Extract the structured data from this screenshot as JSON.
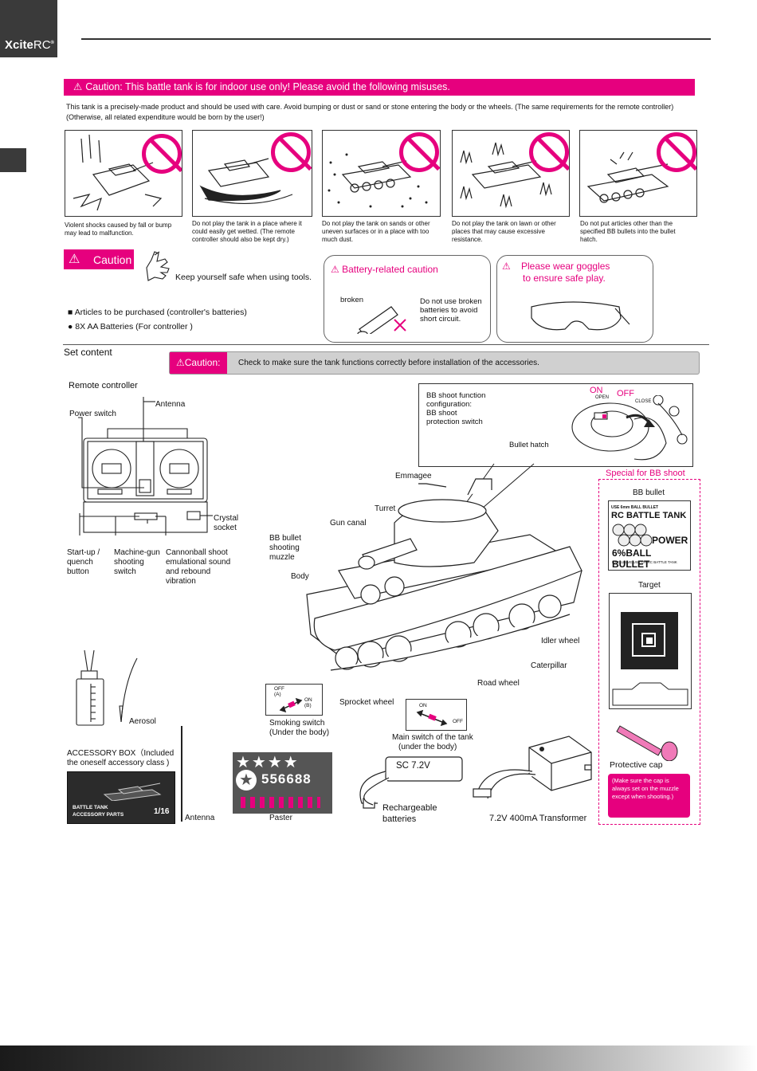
{
  "brand": {
    "name": "Xcite",
    "suffix": "RC",
    "mark": "®"
  },
  "caution_banner": "Caution: This battle tank is for indoor use only! Please avoid the following misuses.",
  "intro": "This tank is a precisely-made product and should be used with care. Avoid bumping or dust or sand or stone entering the body or the wheels. (The same requirements for the remote controller) (Otherwise, all related expenditure would be born by the user!)",
  "misuses": [
    {
      "caption": "Violent shocks caused by fall or bump may lead to malfunction."
    },
    {
      "caption": "Do not play the tank in a place where it could easily get wetted. (The remote controller should also be kept dry.)"
    },
    {
      "caption": "Do not play the tank on sands or other uneven surfaces or in a place with too much dust."
    },
    {
      "caption": "Do not play the tank on lawn or other places that may cause excessive resistance."
    },
    {
      "caption": "Do not put articles other than the specified BB bullets into the bullet hatch."
    }
  ],
  "caution_tools": {
    "label": "Caution",
    "text": "Keep yourself safe when using tools."
  },
  "battery_caution": {
    "title": "Battery-related caution",
    "broken": "broken",
    "text": "Do not use broken batteries to avoid short circuit."
  },
  "goggles": {
    "line1": "Please wear goggles",
    "line2": "to ensure safe play."
  },
  "purchase": {
    "item1": "Articles to be purchased (controller's batteries)",
    "item2": "8X AA Batteries (For controller )"
  },
  "set_content": {
    "title": "Set content",
    "caution_label": "Caution:",
    "caution_text": "Check to make sure the tank functions correctly before installation of the accessories."
  },
  "remote": {
    "title": "Remote controller",
    "antenna": "Antenna",
    "power_switch": "Power switch",
    "crystal_line1": "Crystal",
    "crystal_line2": "socket",
    "startup_line1": "Start-up /",
    "startup_line2": "quench",
    "startup_line3": "button",
    "mg_line1": "Machine-gun",
    "mg_line2": "shooting",
    "mg_line3": "switch",
    "cannon_line1": "Cannonball shoot",
    "cannon_line2": "emulational sound",
    "cannon_line3": "and rebound",
    "cannon_line4": "vibration"
  },
  "bb_config": {
    "line1": "BB shoot function",
    "line2": "configuration:",
    "line3": "BB shoot",
    "line4": "protection switch",
    "on": "ON",
    "off": "OFF",
    "open": "OPEN",
    "close": "CLOSE",
    "hatch": "Bullet hatch"
  },
  "tank_labels": {
    "emmagee": "Emmagee",
    "turret": "Turret",
    "gun_canal": "Gun canal",
    "bb_muzzle_1": "BB bullet",
    "bb_muzzle_2": "shooting",
    "bb_muzzle_3": "muzzle",
    "body": "Body",
    "idler": "Idler wheel",
    "caterpillar": "Caterpillar",
    "road_wheel": "Road wheel",
    "sprocket": "Sprocket wheel",
    "smoke_1": "Smoking switch",
    "smoke_2": "(Under the body)",
    "smoke_off": "OFF",
    "smoke_a": "(A)",
    "smoke_on": "ON",
    "smoke_b": "(B)",
    "main_on": "ON",
    "main_off": "OFF",
    "main_1": "Main switch of the tank",
    "main_2": "(under the body)"
  },
  "bb_special": {
    "title": "Special for BB shoot",
    "bb_bullet": "BB bullet",
    "pack_line1": "USE 6mm BALL BULLET",
    "pack_line2": "RC BATTLE TANK",
    "pack_line3": "POWER",
    "pack_line4": "6%BALL BULLET",
    "pack_line5": "EXCLUSIVE USE OF RC BATTLE TANK",
    "target": "Target",
    "cap": "Protective cap",
    "cap_note": "(Make sure the cap is always set on the muzzle except when shooting.)"
  },
  "accessories": {
    "aerosol": "Aerosol",
    "box_1": "ACCESSORY BOX（Included",
    "box_2": "the oneself accessory class )",
    "box_label1": "BATTLE TANK",
    "box_label2": "ACCESSORY PARTS",
    "box_scale": "1/16",
    "antenna": "Antenna",
    "paster": "Paster",
    "paster_num": "556688",
    "battery_label": "SC 7.2V",
    "battery_1": "Rechargeable",
    "battery_2": "batteries",
    "transformer": "7.2V 400mA Transformer"
  }
}
